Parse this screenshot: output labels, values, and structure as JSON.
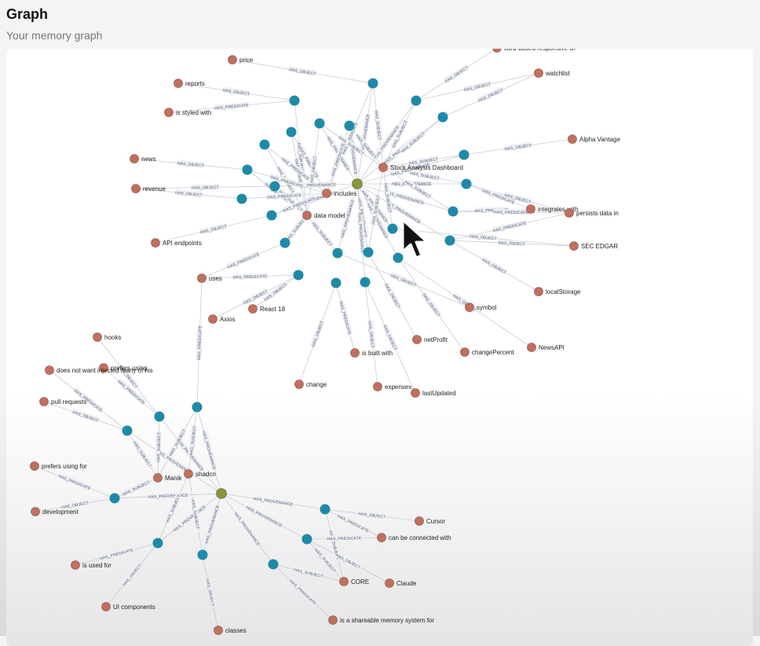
{
  "header": {
    "title": "Graph",
    "subtitle": "Your memory graph"
  },
  "colors": {
    "entity": "#c0705e",
    "statement": "#1f8aa8",
    "episode": "#8c9440",
    "edge": "#c9ccd4"
  },
  "edge_types": {
    "subject": "HAS_SUBJECT",
    "predicate": "HAS_PREDICATE",
    "object": "HAS_OBJECT",
    "provenance": "HAS_PROVENANCE"
  },
  "entities": [
    {
      "id": "e_price",
      "label": "price"
    },
    {
      "id": "e_reports",
      "label": "reports"
    },
    {
      "id": "e_styled",
      "label": "is styled with"
    },
    {
      "id": "e_news",
      "label": "news"
    },
    {
      "id": "e_revenue",
      "label": "revenue"
    },
    {
      "id": "e_api",
      "label": "API endpoints"
    },
    {
      "id": "e_uses",
      "label": "uses"
    },
    {
      "id": "e_axios",
      "label": "Axios"
    },
    {
      "id": "e_react",
      "label": "React 18"
    },
    {
      "id": "e_datamodel",
      "label": "data model"
    },
    {
      "id": "e_includes",
      "label": "includes"
    },
    {
      "id": "e_sad",
      "label": "Stock Analysis Dashboard"
    },
    {
      "id": "e_cardbased",
      "label": "card-based responsive UI"
    },
    {
      "id": "e_watchlist",
      "label": "watchlist"
    },
    {
      "id": "e_alpha",
      "label": "Alpha Vantage"
    },
    {
      "id": "e_integrates",
      "label": "integrates with"
    },
    {
      "id": "e_persists",
      "label": "persists data in"
    },
    {
      "id": "e_sec",
      "label": "SEC EDGAR"
    },
    {
      "id": "e_localstorage",
      "label": "localStorage"
    },
    {
      "id": "e_symbol",
      "label": "symbol"
    },
    {
      "id": "e_netprofit",
      "label": "netProfit"
    },
    {
      "id": "e_changepct",
      "label": "changePercent"
    },
    {
      "id": "e_newsapi",
      "label": "NewsAPI"
    },
    {
      "id": "e_builtwith",
      "label": "is built with"
    },
    {
      "id": "e_change",
      "label": "change"
    },
    {
      "id": "e_expenses",
      "label": "expenses"
    },
    {
      "id": "e_lastupdated",
      "label": "lastUpdated"
    },
    {
      "id": "e_hooks",
      "label": "hooks"
    },
    {
      "id": "e_prefersusing",
      "label": "prefers using"
    },
    {
      "id": "e_doesnotwant",
      "label": "does not want injected many of his"
    },
    {
      "id": "e_pullreq",
      "label": "pull requests"
    },
    {
      "id": "e_prefersfor",
      "label": "prefers using for"
    },
    {
      "id": "e_development",
      "label": "development"
    },
    {
      "id": "e_manik",
      "label": "Manik"
    },
    {
      "id": "e_shadcn",
      "label": "shadcn"
    },
    {
      "id": "e_usedfor",
      "label": "is used for"
    },
    {
      "id": "e_uicomp",
      "label": "UI components"
    },
    {
      "id": "e_cursor",
      "label": "Cursor"
    },
    {
      "id": "e_canconnect",
      "label": "can be connected with"
    },
    {
      "id": "e_core",
      "label": "CORE"
    },
    {
      "id": "e_claude",
      "label": "Claude"
    },
    {
      "id": "e_shareable",
      "label": "is a shareable memory system for"
    },
    {
      "id": "e_classes",
      "label": "classes"
    }
  ]
}
